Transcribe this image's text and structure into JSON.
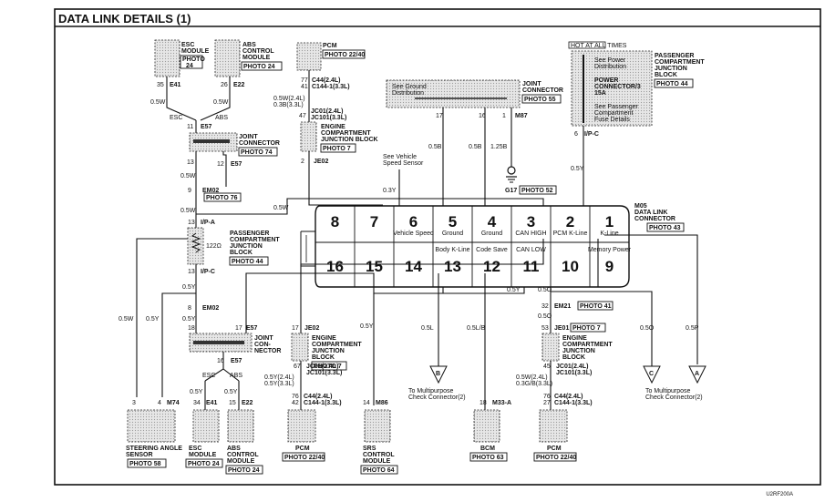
{
  "title": "DATA LINK DETAILS (1)",
  "figure_id": "U2RF200A",
  "photo": {
    "p24": "PHOTO 24",
    "p74": "PHOTO 74",
    "p76": "PHOTO 76",
    "p7": "PHOTO 7",
    "p22_40": "PHOTO 22/40",
    "p55": "PHOTO 55",
    "p52": "PHOTO 52",
    "p44": "PHOTO 44",
    "p43": "PHOTO 43",
    "p41": "PHOTO 41",
    "p58": "PHOTO 58",
    "p64": "PHOTO 64",
    "p63": "PHOTO 63"
  },
  "top": {
    "esc_module": [
      "ESC",
      "MODULE"
    ],
    "abs_module": [
      "ABS",
      "CONTROL",
      "MODULE"
    ],
    "pcm": "PCM",
    "esc_pin": "35",
    "esc_conn": "E41",
    "abs_pin": "26",
    "abs_conn": "E22",
    "w05w_a": "0.5W",
    "w05w_b": "0.5W",
    "esc": "ESC",
    "abs": "ABS",
    "e57_pin11": "11",
    "e57_pin12": "12",
    "e57": "E57",
    "joint_conn": [
      "JOINT",
      "CONNECTOR"
    ],
    "pin13": "13",
    "w05w_c": "0.5W",
    "pin9": "9",
    "em02": "EM02",
    "pcm_pin77": "77",
    "pcm_pin41": "41",
    "c44_24": "C44(2.4L)",
    "c144_33": "C144-1(3.3L)",
    "w_pcm": "0.5W(2.4L)",
    "w_pcm2": "0.3B(3.3L)",
    "pin47": "47",
    "jc01": "JC01(2.4L)",
    "jc101": "JC101(3.3L)",
    "ecjb": [
      "ENGINE",
      "COMPARTMENT",
      "JUNCTION BLOCK"
    ],
    "pin2": "2",
    "je02": "JE02",
    "w05w_d": "0.5W"
  },
  "ground": {
    "see_ground": [
      "See Ground",
      "Distribution"
    ],
    "joint_conn": [
      "JOINT",
      "CONNECTOR"
    ],
    "pin17": "17",
    "pin16": "16",
    "pin1": "1",
    "m87": "M87",
    "w05b_a": "0.5B",
    "w05b_b": "0.5B",
    "w125b": "1.25B",
    "g17": "G17"
  },
  "speed": {
    "see": [
      "See Vehicle",
      "Speed Sensor"
    ],
    "wire": "0.3Y"
  },
  "power": {
    "hot": "HOT AT ALL TIMES",
    "pcjb": [
      "PASSENGER",
      "COMPARTMENT",
      "JUNCTION",
      "BLOCK"
    ],
    "see_power": [
      "See Power",
      "Distribution"
    ],
    "power_conn": [
      "POWER",
      "CONNECTOR/3",
      "15A"
    ],
    "see_fuse": [
      "See Passenger",
      "Compartment",
      "Fuse Details"
    ],
    "pin6": "6",
    "ipc": "I/P-C",
    "wire": "0.5Y"
  },
  "dlc": {
    "conn": [
      "M05",
      "DATA LINK",
      "CONNECTOR"
    ],
    "top_pins": [
      "8",
      "7",
      "6",
      "5",
      "4",
      "3",
      "2",
      "1"
    ],
    "top_labels": [
      "",
      "",
      "Vehicle Speed",
      "Ground",
      "Ground",
      "CAN HIGH",
      "PCM K-Line",
      "K-Line"
    ],
    "bottom_pins": [
      "16",
      "15",
      "14",
      "13",
      "12",
      "11",
      "10",
      "9"
    ],
    "bottom_labels": [
      "",
      "",
      "",
      "Body K-Line",
      "Code Save",
      "CAN LOW",
      "",
      "Memory Power"
    ]
  },
  "left": {
    "ipa": "I/P-A",
    "pin13a": "13",
    "pcjb": [
      "PASSENGER",
      "COMPARTMENT",
      "JUNCTION",
      "BLOCK"
    ],
    "res": "122Ω",
    "pin13b": "13",
    "ipc": "I/P-C",
    "w05y_a": "0.5Y",
    "pin8": "8",
    "em02": "EM02",
    "w05w": "0.5W",
    "w05y_b": "0.5Y",
    "w05y_c": "0.5Y",
    "w05y_d": "0.5Y",
    "pin18": "18",
    "pin17": "17",
    "e57": "E57",
    "jc": [
      "JOINT",
      "CON-",
      "NECTOR"
    ],
    "pin16": "16",
    "e57b": "E57",
    "esc": "ESC",
    "abs": "ABS",
    "w05y_e": "0.5Y",
    "w05y_f": "0.5Y",
    "pin3": "3",
    "pin4": "4",
    "m74": "M74",
    "pin34": "34",
    "e41": "E41",
    "pin15": "15",
    "e22": "E22",
    "steer": [
      "STEERING ANGLE",
      "SENSOR"
    ],
    "esc_module": [
      "ESC",
      "MODULE"
    ],
    "abs_module": [
      "ABS",
      "CONTROL",
      "MODULE"
    ]
  },
  "mid": {
    "pin17": "17",
    "je02": "JE02",
    "w05y": "0.5Y",
    "ecjb": [
      "ENGINE",
      "COMPARTMENT",
      "JUNCTION",
      "BLOCK"
    ],
    "pin67": "67",
    "jc01": "JC01(2.4L)",
    "jc101": "JC101(3.3L)",
    "w_a": "0.5Y(2.4L)",
    "w_b": "0.5Y(3.3L)",
    "pin76": "76",
    "pin42": "42",
    "c44": "C44(2.4L)",
    "c144": "C144-1(3.3L)",
    "pcm": "PCM",
    "srs_wire": "0.5Y",
    "srs_pin": "14",
    "srs_conn": "M86",
    "srs": [
      "SRS",
      "CONTROL",
      "MODULE"
    ],
    "l_wire": "0.5L",
    "b_conn": "B",
    "mpc": [
      "To Multipurpose",
      "Check Connector(2)"
    ],
    "lb_wire": "0.5L/B",
    "bcm_pin": "18",
    "bcm_conn": "M33-A",
    "bcm": "BCM",
    "o_wire_a": "0.5O",
    "o_wire_b": "0.5O",
    "pin32": "32",
    "em21": "EM21",
    "pin53": "53",
    "je01": "JE01",
    "ecjb2": [
      "ENGINE",
      "COMPARTMENT",
      "JUNCTION",
      "BLOCK"
    ],
    "pin45": "45",
    "jc01b": "JC01(2.4L)",
    "jc101b": "JC101(3.3L)",
    "w_c": "0.5W(2.4L)",
    "w_d": "0.3G/B(3.3L)",
    "pin76b": "76",
    "pin27": "27",
    "c44b": "C44(2.4L)",
    "c144b": "C144-1(3.3L)",
    "pcm2": "PCM",
    "w05o_c": "0.5O",
    "w05p": "0.5P",
    "c_conn": "C",
    "a_conn": "A",
    "mpc2": [
      "To Multipurpose",
      "Check Connector(2)"
    ]
  }
}
